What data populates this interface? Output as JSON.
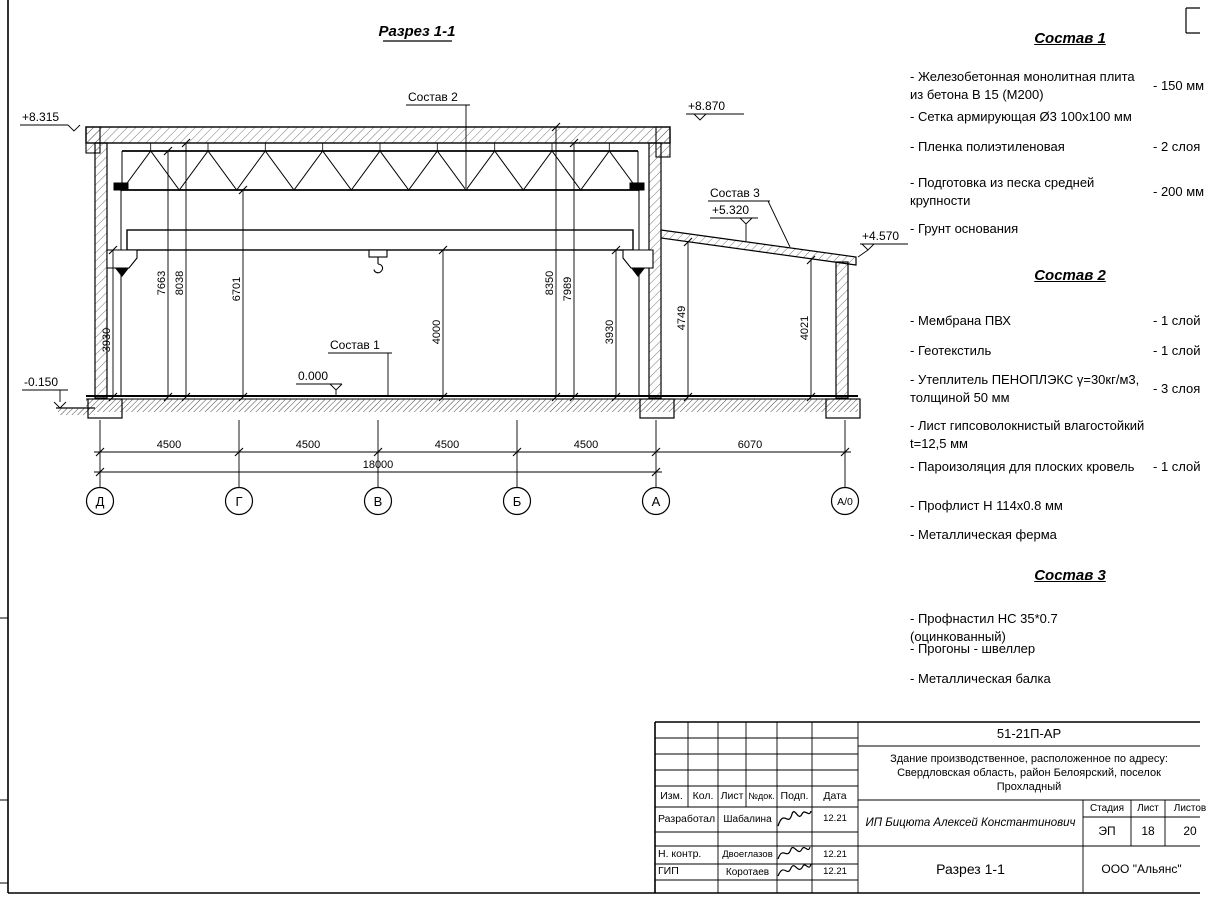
{
  "drawing": {
    "title": "Разрез 1-1",
    "callouts": [
      "Состав 2",
      "Состав 3",
      "Состав 1"
    ],
    "elevations": {
      "roof_left": "+8.315",
      "roof_right": "+8.870",
      "annex_top": "+5.320",
      "annex_right": "+4.570",
      "grade": "-0.150",
      "floor": "0.000"
    },
    "vdims": [
      "3930",
      "7663",
      "8038",
      "6701",
      "4000",
      "8350",
      "7989",
      "3930",
      "4749",
      "4021"
    ],
    "hdims": [
      "4500",
      "4500",
      "4500",
      "4500",
      "6070"
    ],
    "total_dim": "18000",
    "axes": [
      "Д",
      "Г",
      "В",
      "Б",
      "А",
      "А/0"
    ]
  },
  "compositions": [
    {
      "title": "Состав 1",
      "items": [
        {
          "text": "- Железобетонная  монолитная плита из бетона В 15 (М200)",
          "value": "- 150 мм"
        },
        {
          "text": "- Сетка армирующая Ø3 100x100 мм",
          "value": ""
        },
        {
          "text": "- Пленка полиэтиленовая",
          "value": "- 2 слоя"
        },
        {
          "text": "- Подготовка из песка средней крупности",
          "value": "- 200 мм"
        },
        {
          "text": "- Грунт основания",
          "value": ""
        }
      ]
    },
    {
      "title": "Состав 2",
      "items": [
        {
          "text": "- Мембрана ПВХ",
          "value": "- 1 слой"
        },
        {
          "text": "- Геотекстиль",
          "value": "- 1 слой"
        },
        {
          "text": "- Утеплитель ПЕНОПЛЭКС γ=30кг/м3, толщиной 50 мм",
          "value": "- 3 слоя"
        },
        {
          "text": "- Лист гипсоволокнистый влагостойкий t=12,5 мм",
          "value": ""
        },
        {
          "text": "- Пароизоляция для плоских кровель",
          "value": "- 1 слой"
        },
        {
          "text": "- Профлист Н 114x0.8 мм",
          "value": ""
        },
        {
          "text": "- Металлическая ферма",
          "value": ""
        }
      ]
    },
    {
      "title": "Состав 3",
      "items": [
        {
          "text": "- Профнастил НС 35*0.7 (оцинкованный)",
          "value": ""
        },
        {
          "text": "- Прогоны - швеллер",
          "value": ""
        },
        {
          "text": "- Металлическая балка",
          "value": ""
        }
      ]
    }
  ],
  "titleblock": {
    "doc_number": "51-21П-АР",
    "project": "Здание производственное, расположенное по адресу:\nСвердловская область, район Белоярский, поселок\nПрохладный",
    "columns": [
      "Изм.",
      "Кол.",
      "Лист",
      "№док.",
      "Подп.",
      "Дата"
    ],
    "rows": [
      {
        "role": "Разработал",
        "name": "Шабалина",
        "date": "12.21"
      },
      {
        "role": "Н. контр.",
        "name": "Двоеглазов",
        "date": "12.21"
      },
      {
        "role": "ГИП",
        "name": "Коротаев",
        "date": "12.21"
      }
    ],
    "designer": "ИП Бицюта Алексей Константинович",
    "stage_label": "Стадия",
    "sheet_label": "Лист",
    "sheets_label": "Листов",
    "stage": "ЭП",
    "sheet": "18",
    "sheets": "20",
    "drawing_name": "Разрез 1-1",
    "organization": "ООО \"Альянс\""
  }
}
